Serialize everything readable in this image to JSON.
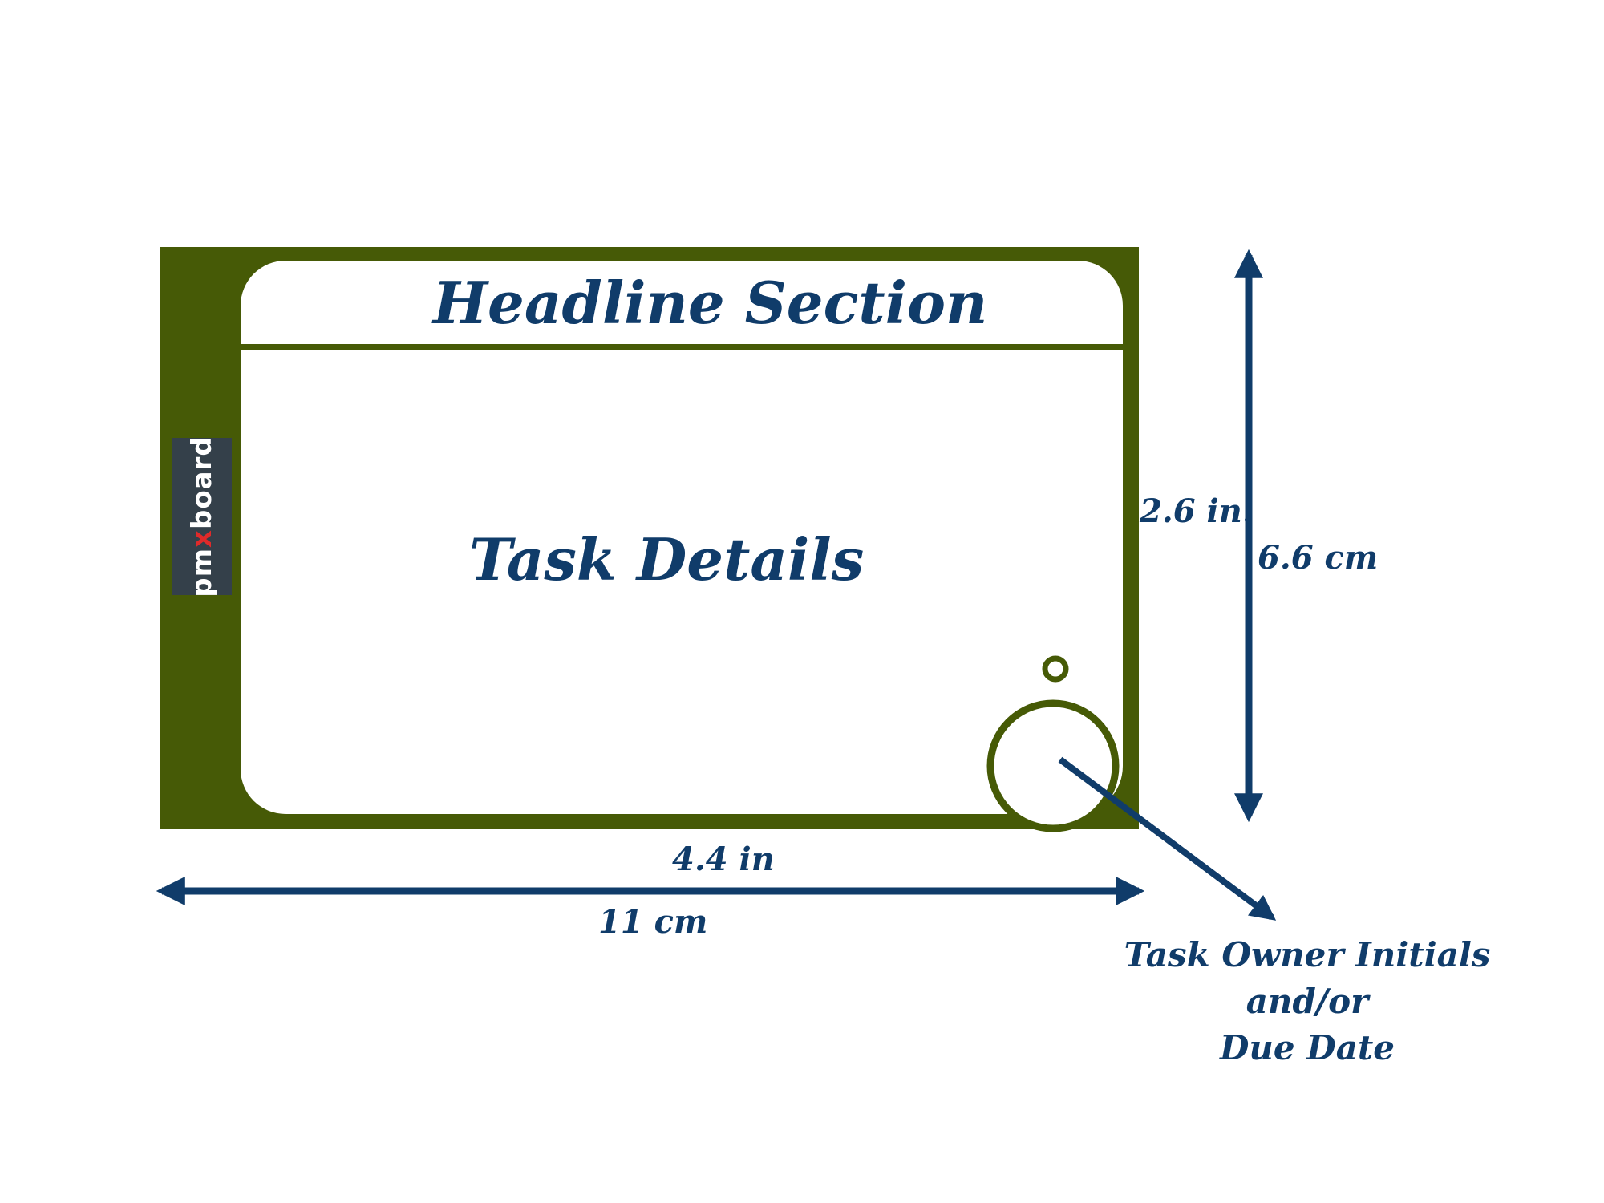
{
  "colors": {
    "card_border": "#465a06",
    "text": "#103c6a",
    "arrow": "#103c6a",
    "logo_background": "#34404a",
    "logo_text": "#ffffff",
    "logo_accent": "#e02a2a",
    "background": "#ffffff"
  },
  "card": {
    "headline_label": "Headline Section",
    "details_label": "Task Details"
  },
  "logo": {
    "prefix": "pm",
    "accent": "x",
    "suffix": "board"
  },
  "dimensions": {
    "height_in": "2.6 in.",
    "height_cm": "6.6 cm",
    "width_in": "4.4 in",
    "width_cm": "11 cm"
  },
  "callout": {
    "line1": "Task Owner Initials",
    "line2": "and/or",
    "line3": "Due Date"
  }
}
